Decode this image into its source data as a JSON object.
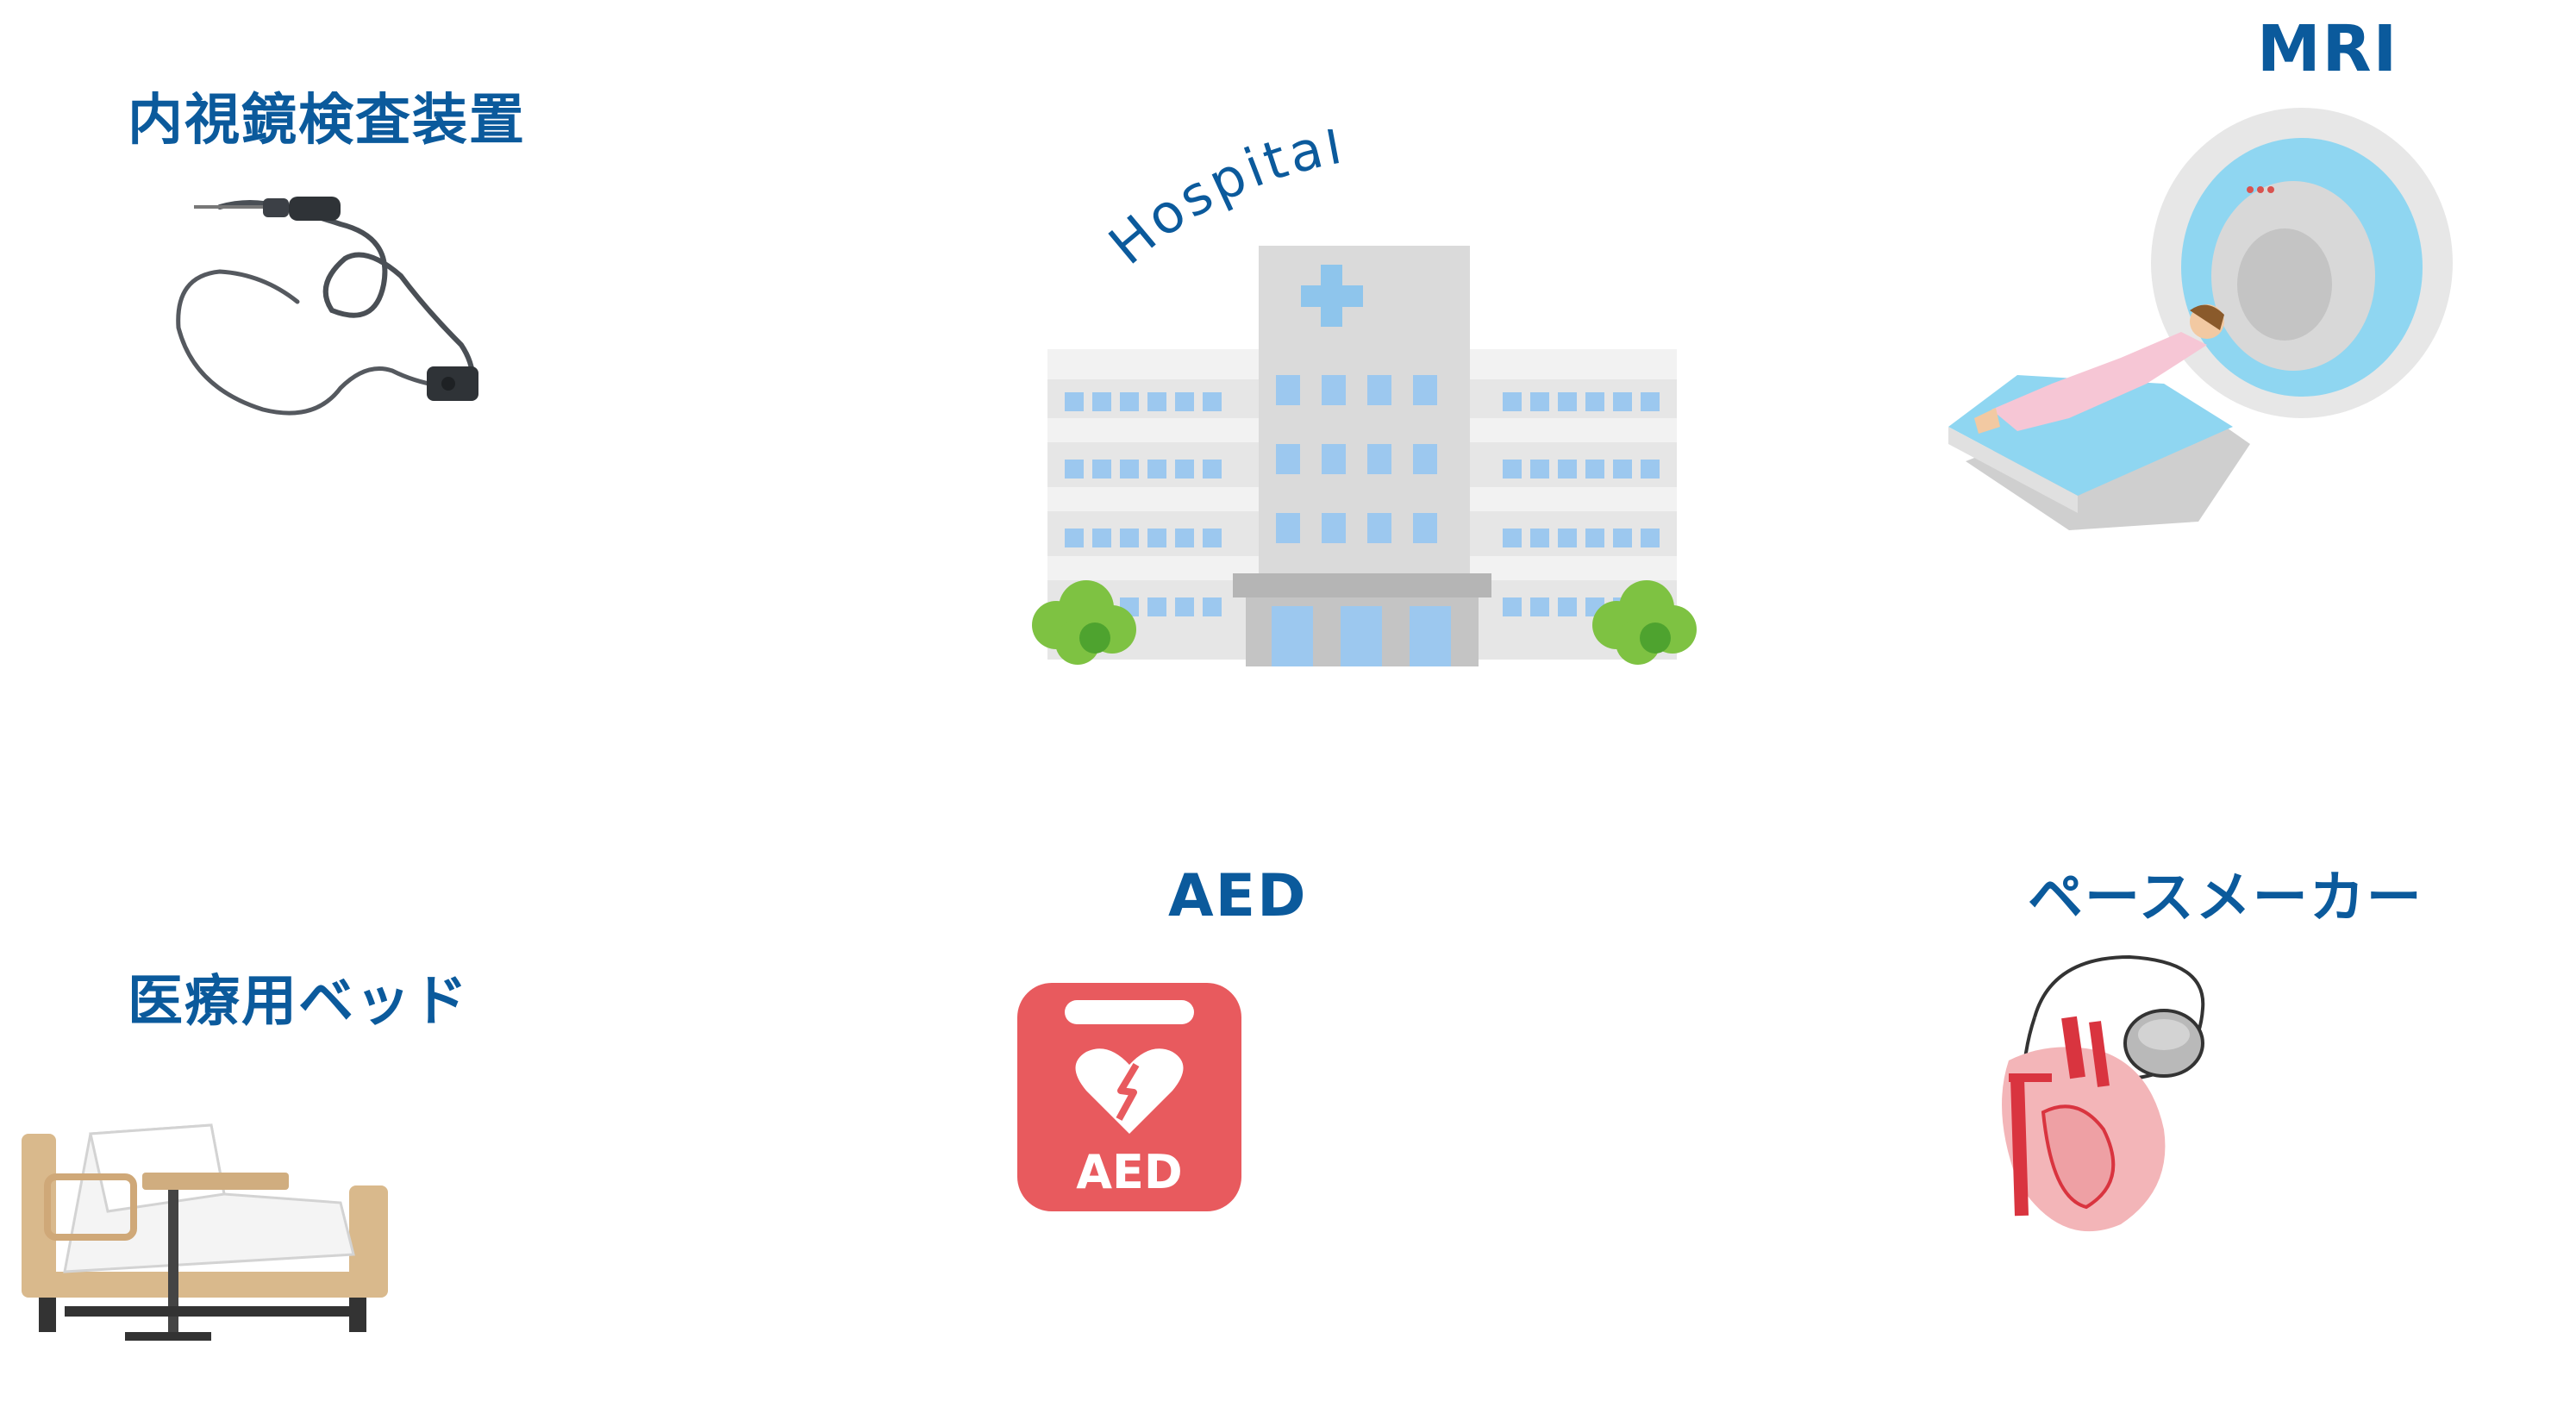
{
  "labels": {
    "endoscope": "内視鏡検査装置",
    "mri": "MRI",
    "hospital": "Hospital",
    "bed": "医療用ベッド",
    "aed_title": "AED",
    "pacemaker": "ペースメーカー"
  },
  "aed_box_text": "AED",
  "icons": [
    "endoscope-icon",
    "hospital-icon",
    "mri-icon",
    "medical-bed-icon",
    "aed-icon",
    "pacemaker-heart-icon"
  ],
  "colors": {
    "label": "#0b5a9c",
    "aed_red": "#e85a5e",
    "hospital_window": "#9cc8ef",
    "tree_green": "#7ec242",
    "mri_blue": "#8fd6f1",
    "heart_red": "#d9343f"
  }
}
